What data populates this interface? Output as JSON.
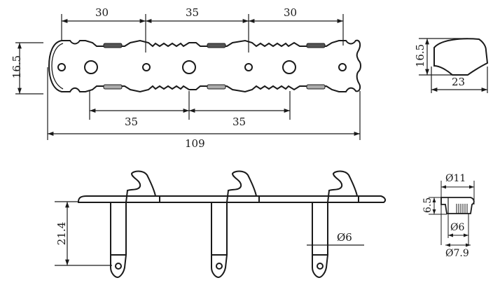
{
  "drawing": {
    "type": "technical-drawing",
    "subject": "3-on-a-plate guitar tuner set (plate, button, bushing)",
    "line_color": "#1a1a1a",
    "background": "#ffffff"
  },
  "top_view": {
    "dims_top": [
      "30",
      "35",
      "30"
    ],
    "dims_bottom": [
      "35",
      "35"
    ],
    "overall_length": "109",
    "height": "16.5"
  },
  "button_view": {
    "height": "16.5",
    "width": "23"
  },
  "side_view": {
    "post_height": "21.4",
    "post_diameter": "Ø6"
  },
  "bushing_view": {
    "outer_diameter": "Ø11",
    "height": "6.5",
    "inner_diameter": "Ø6",
    "shank_diameter": "Ø7.9"
  }
}
